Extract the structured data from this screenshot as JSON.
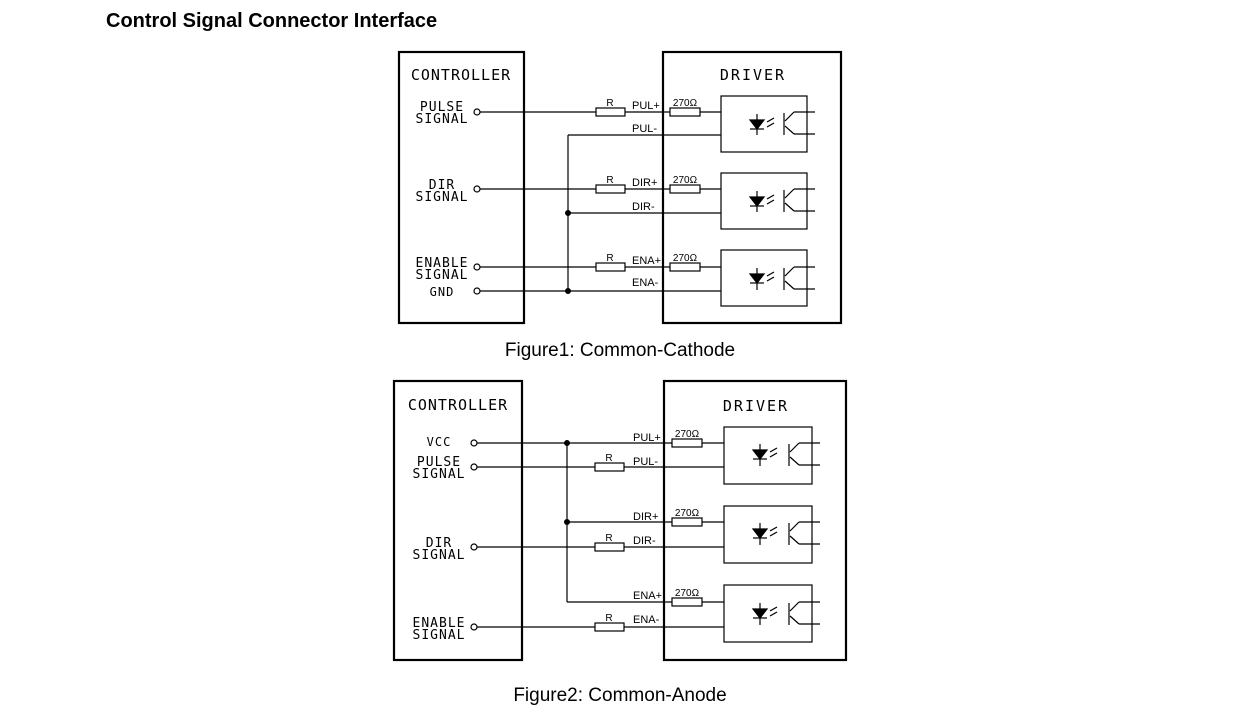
{
  "page": {
    "title": "Control Signal Connector Interface"
  },
  "figures": [
    {
      "id": "fig1",
      "caption": "Figure1: Common-Cathode",
      "controller_label": "CONTROLLER",
      "driver_label": "DRIVER",
      "controller_signals": [
        {
          "name": "pulse",
          "lines": [
            "PULSE",
            "SIGNAL"
          ]
        },
        {
          "name": "dir",
          "lines": [
            "DIR",
            "SIGNAL"
          ]
        },
        {
          "name": "enable",
          "lines": [
            "ENABLE",
            "SIGNAL"
          ]
        },
        {
          "name": "gnd",
          "lines": [
            "GND"
          ]
        }
      ],
      "pins": [
        "PUL+",
        "PUL-",
        "DIR+",
        "DIR-",
        "ENA+",
        "ENA-"
      ],
      "resistor_label": "R",
      "internal_resistor_label": "270Ω"
    },
    {
      "id": "fig2",
      "caption": "Figure2: Common-Anode",
      "controller_label": "CONTROLLER",
      "driver_label": "DRIVER",
      "controller_signals": [
        {
          "name": "vcc",
          "lines": [
            "VCC"
          ]
        },
        {
          "name": "pulse",
          "lines": [
            "PULSE",
            "SIGNAL"
          ]
        },
        {
          "name": "dir",
          "lines": [
            "DIR",
            "SIGNAL"
          ]
        },
        {
          "name": "enable",
          "lines": [
            "ENABLE",
            "SIGNAL"
          ]
        }
      ],
      "pins": [
        "PUL+",
        "PUL-",
        "DIR+",
        "DIR-",
        "ENA+",
        "ENA-"
      ],
      "resistor_label": "R",
      "internal_resistor_label": "270Ω"
    }
  ]
}
